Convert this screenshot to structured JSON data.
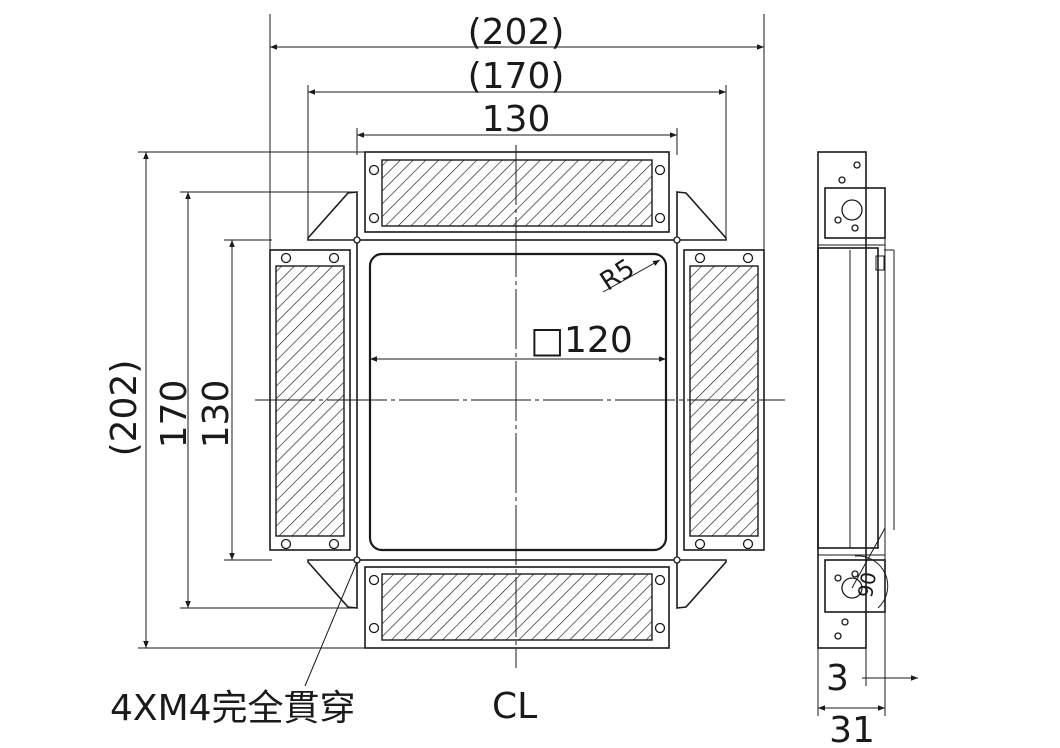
{
  "top_view": {
    "dim_width_outer": "(202)",
    "dim_width_mid": "(170)",
    "dim_width_inner": "130",
    "dim_height_outer": "(202)",
    "dim_height_mid": "170",
    "dim_height_inner": "130",
    "dim_opening": "□120",
    "dim_radius": "R5",
    "centerline_label": "CL",
    "hole_note": "4XM4完全貫穿"
  },
  "side_view": {
    "dim_thickness": "31",
    "dim_offset": "3",
    "dim_angle": "90"
  },
  "colors": {
    "line": "#1a1a1a",
    "background": "#ffffff"
  }
}
